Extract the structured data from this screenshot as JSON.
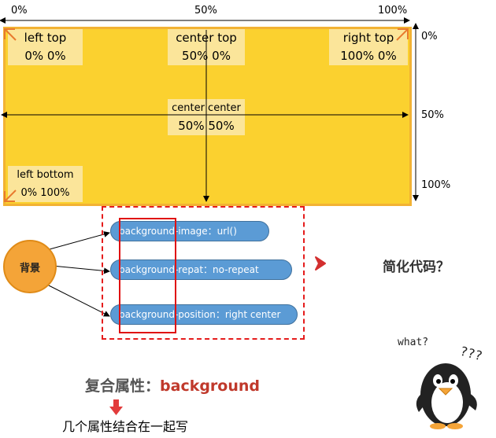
{
  "top_axis": {
    "left": "0%",
    "center": "50%",
    "right": "100%"
  },
  "right_axis": {
    "top": "0%",
    "middle": "50%",
    "bottom": "100%"
  },
  "positions": {
    "left_top": {
      "keywords": "left   top",
      "values": "0%   0%"
    },
    "center_top": {
      "keywords": "center   top",
      "values": "50%   0%"
    },
    "right_top": {
      "keywords": "right   top",
      "values": "100%   0%"
    },
    "center_center": {
      "keywords": "center  center",
      "values": "50%  50%"
    },
    "left_bottom": {
      "keywords": "left  bottom",
      "values": "0%  100%"
    }
  },
  "background_node": "背景",
  "properties": [
    "background-image：url()",
    "background-repat：no-repeat",
    "background-position：right  center"
  ],
  "simplify_question": "简化代码？",
  "composite": {
    "label": "复合属性：",
    "keyword": "background"
  },
  "composite_desc": "几个属性结合在一起写",
  "penguin": {
    "speech": "what?",
    "marks": "???"
  },
  "colors": {
    "box": "#fbd12f",
    "cell": "#fbe59a",
    "pill": "#5b9bd5",
    "accent": "#e51c1c",
    "circle": "#f4a438"
  }
}
